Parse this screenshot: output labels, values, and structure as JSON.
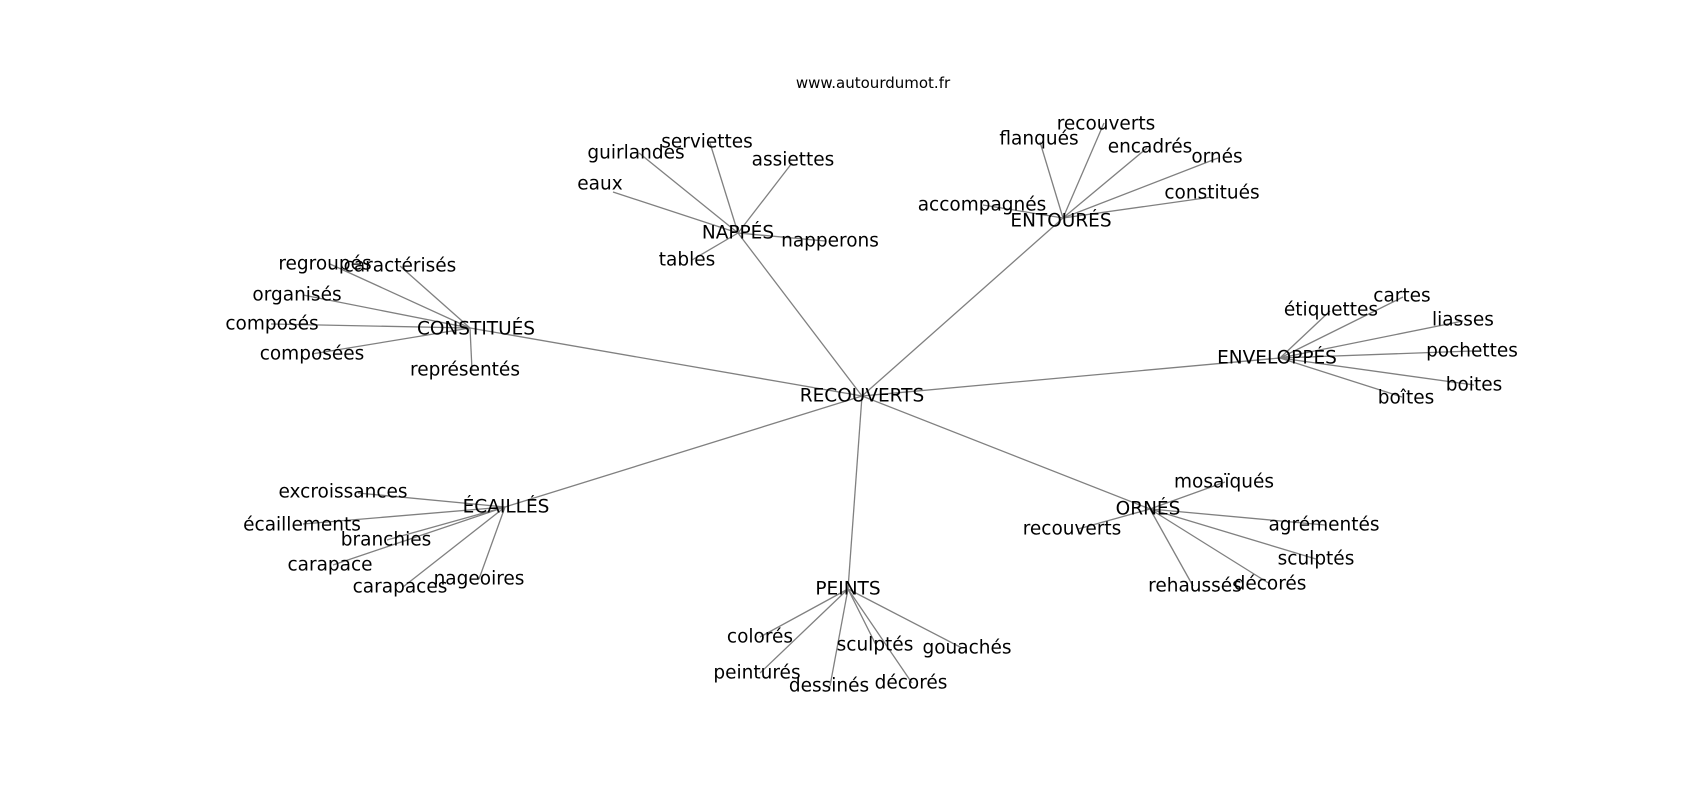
{
  "site": "www.autourdumot.fr",
  "root": "RECOUVERTS",
  "groups": [
    {
      "name": "NAPPÉS",
      "children": [
        "eaux",
        "guirlandes",
        "serviettes",
        "assiettes",
        "napperons",
        "tables"
      ]
    },
    {
      "name": "ENTOURÉS",
      "children": [
        "flanqués",
        "recouverts",
        "encadrés",
        "ornés",
        "constitués",
        "accompagnés"
      ]
    },
    {
      "name": "CONSTITUÉS",
      "children": [
        "regroupés",
        "caractérisés",
        "organisés",
        "composés",
        "composées",
        "représentés"
      ]
    },
    {
      "name": "ENVELOPPÉS",
      "children": [
        "étiquettes",
        "cartes",
        "liasses",
        "pochettes",
        "boites",
        "boîtes"
      ]
    },
    {
      "name": "ÉCAILLÉS",
      "children": [
        "excroissances",
        "écaillements",
        "branchies",
        "carapace",
        "carapaces",
        "nageoires"
      ]
    },
    {
      "name": "ORNÉS",
      "children": [
        "mosaïqués",
        "recouverts",
        "agrémentés",
        "sculptés",
        "décorés",
        "rehaussés"
      ]
    },
    {
      "name": "PEINTS",
      "children": [
        "colorés",
        "peinturés",
        "dessinés",
        "sculptés",
        "décorés",
        "gouachés"
      ]
    }
  ]
}
